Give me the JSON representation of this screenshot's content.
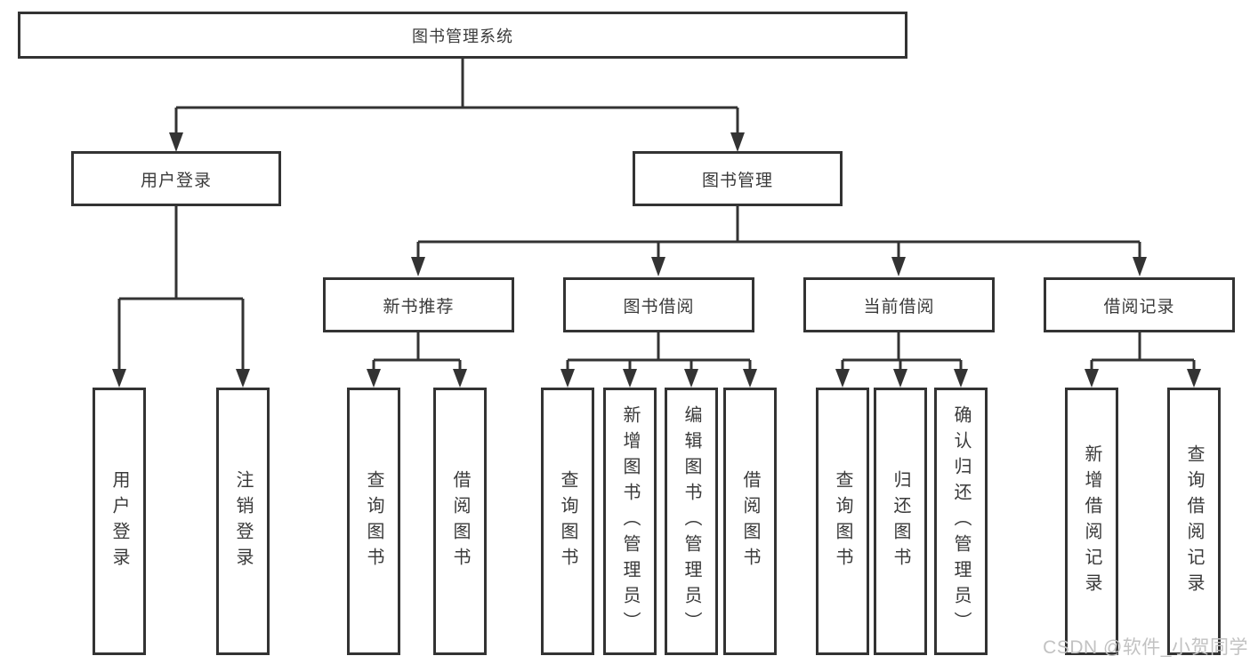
{
  "tree": {
    "root": {
      "label": "图书管理系统"
    },
    "user_login": {
      "label": "用户登录",
      "children": {
        "login": {
          "label": "用户登录"
        },
        "logout": {
          "label": "注销登录"
        }
      }
    },
    "book_mgmt": {
      "label": "图书管理",
      "children": {
        "new_book": {
          "label": "新书推荐",
          "children": {
            "query": {
              "label": "查询图书"
            },
            "borrow": {
              "label": "借阅图书"
            }
          }
        },
        "book_borrow": {
          "label": "图书借阅",
          "children": {
            "query": {
              "label": "查询图书"
            },
            "add": {
              "label": "新增图书（管理员）"
            },
            "edit": {
              "label": "编辑图书（管理员）"
            },
            "borrow": {
              "label": "借阅图书"
            }
          }
        },
        "current_borrow": {
          "label": "当前借阅",
          "children": {
            "query": {
              "label": "查询图书"
            },
            "return": {
              "label": "归还图书"
            },
            "confirm": {
              "label": "确认归还（管理员）"
            }
          }
        },
        "borrow_record": {
          "label": "借阅记录",
          "children": {
            "add": {
              "label": "新增借阅记录"
            },
            "query": {
              "label": "查询借阅记录"
            }
          }
        }
      }
    }
  },
  "watermark": {
    "text": "CSDN @软件_小贺同学"
  },
  "colors": {
    "line": "#333333",
    "text": "#3a3a3a",
    "watermark": "#c2c2c2",
    "background": "#ffffff"
  }
}
